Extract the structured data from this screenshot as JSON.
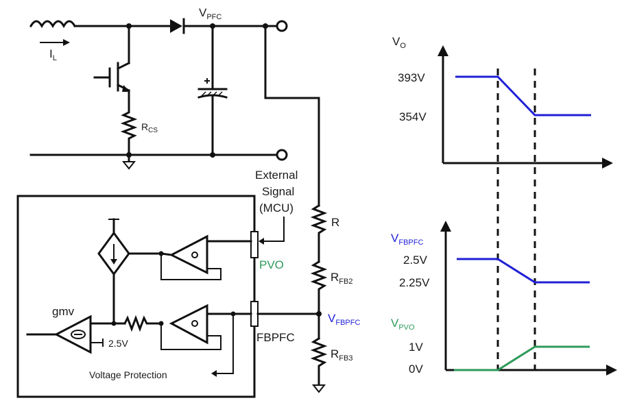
{
  "schematic": {
    "inductor_current": {
      "main": "I",
      "sub": "L"
    },
    "vpfc": {
      "main": "V",
      "sub": "PFC"
    },
    "rcs": {
      "main": "R",
      "sub": "CS"
    },
    "r": "R",
    "rfb2": {
      "main": "R",
      "sub": "FB2"
    },
    "rfb3": {
      "main": "R",
      "sub": "FB3"
    },
    "vfbpfc_node": {
      "main": "V",
      "sub": "FBPFC"
    },
    "external_signal": [
      "External",
      "Signal",
      "(MCU)"
    ],
    "pvo": "PVO",
    "fbpfc": "FBPFC",
    "gmv": "gmv",
    "ref_2_5v": "2.5V",
    "block_title": "Voltage Protection"
  },
  "waveforms": {
    "vo": {
      "label": {
        "main": "V",
        "sub": "O"
      },
      "levels": {
        "high": "393V",
        "low": "354V"
      },
      "values": {
        "high": 393,
        "low": 354
      }
    },
    "vfbpfc": {
      "label": {
        "main": "V",
        "sub": "FBPFC"
      },
      "levels": {
        "high": "2.5V",
        "low": "2.25V"
      },
      "values": {
        "high": 2.5,
        "low": 2.25
      }
    },
    "vpvo": {
      "label": {
        "main": "V",
        "sub": "PVO"
      },
      "levels": {
        "high": "1V",
        "low": "0V"
      },
      "values": {
        "high": 1,
        "low": 0
      }
    }
  },
  "colors": {
    "blue": "#1f1fd6",
    "green": "#2e9a5a",
    "wire": "#111111"
  }
}
